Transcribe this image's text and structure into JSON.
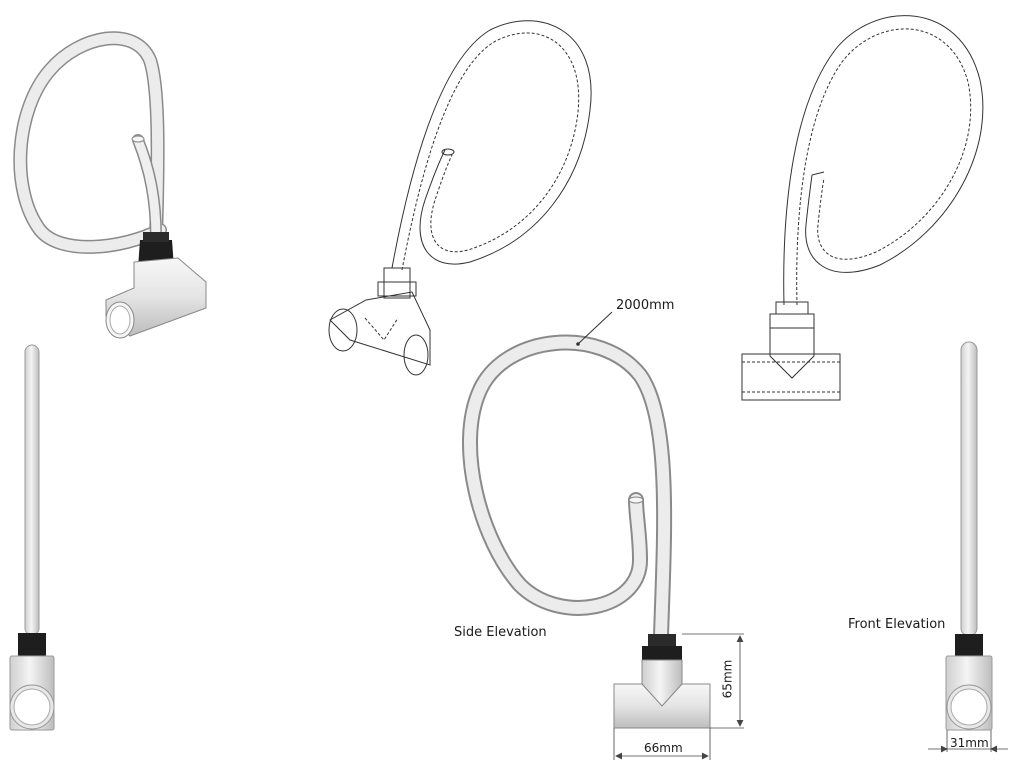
{
  "labels": {
    "length": "2000mm",
    "side_elevation": "Side Elevation",
    "front_elevation": "Front Elevation"
  },
  "dimensions": {
    "height": "65mm",
    "width": "66mm",
    "diameter": "31mm"
  },
  "colors": {
    "hose": "#e9e9e9",
    "hose_edge": "#8a8a8a",
    "fitting": "#1e1e1e",
    "line": "#333333"
  }
}
